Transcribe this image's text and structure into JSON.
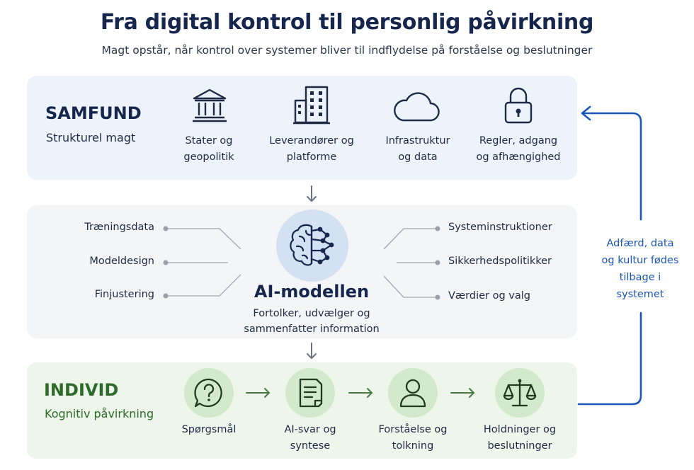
{
  "header": {
    "title": "Fra digital kontrol til personlig påvirkning",
    "subtitle": "Magt opstår, når kontrol over systemer bliver til indflydelse på forståelse og beslutninger"
  },
  "society": {
    "title": "SAMFUND",
    "subtitle": "Strukturel magt",
    "items": [
      {
        "line1": "Stater og",
        "line2": "geopolitik",
        "icon": "bank-building-icon"
      },
      {
        "line1": "Leverandører og",
        "line2": "platforme",
        "icon": "office-building-icon"
      },
      {
        "line1": "Infrastruktur",
        "line2": "og data",
        "icon": "cloud-icon"
      },
      {
        "line1": "Regler, adgang",
        "line2": "og afhængighed",
        "icon": "padlock-icon"
      }
    ]
  },
  "model": {
    "title": "AI-modellen",
    "subtitle_line1": "Fortolker, udvælger og",
    "subtitle_line2": "sammenfatter information",
    "left_inputs": [
      "Træningsdata",
      "Modeldesign",
      "Finjustering"
    ],
    "right_inputs": [
      "Systeminstruktioner",
      "Sikkerhedspolitikker",
      "Værdier og valg"
    ]
  },
  "individual": {
    "title": "INDIVID",
    "subtitle": "Kognitiv påvirkning",
    "steps": [
      {
        "line1": "Spørgsmål",
        "line2": "",
        "icon": "question-bubble-icon"
      },
      {
        "line1": "AI-svar og",
        "line2": "syntese",
        "icon": "document-icon"
      },
      {
        "line1": "Forståelse og",
        "line2": "tolkning",
        "icon": "person-icon"
      },
      {
        "line1": "Holdninger og",
        "line2": "beslutninger",
        "icon": "scales-icon"
      }
    ]
  },
  "feedback": {
    "line1": "Adfærd, data",
    "line2": "og kultur fødes",
    "line3": "tilbage i",
    "line4": "systemet"
  },
  "colors": {
    "navy": "#16264d",
    "feedback_blue": "#1d56b8",
    "individual_green": "#2e6b2a",
    "panel_top": "#edf3fb",
    "panel_mid": "#f4f5f6",
    "panel_bot": "#eef6ec"
  }
}
